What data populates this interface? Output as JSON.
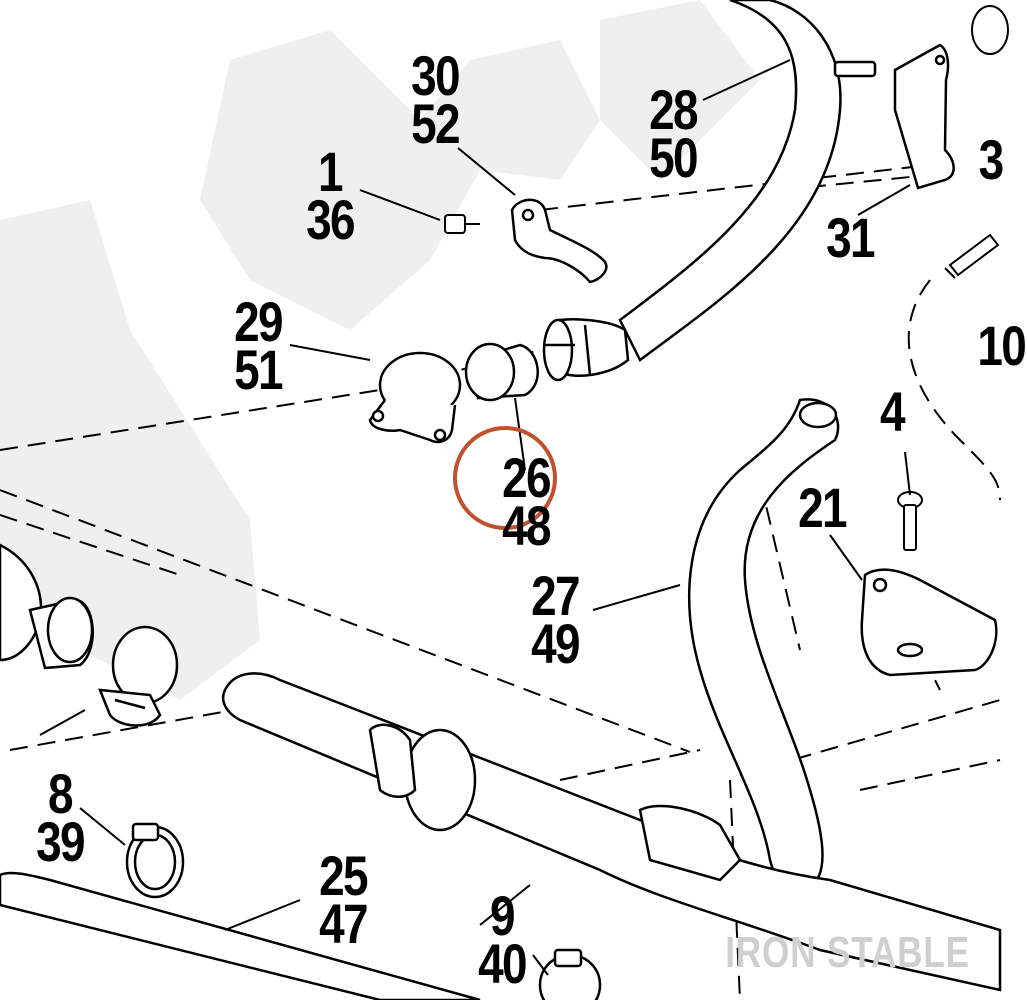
{
  "callouts": {
    "c30_52": {
      "a": "30",
      "b": "52"
    },
    "c28_50": {
      "a": "28",
      "b": "50"
    },
    "c1_36": {
      "a": "1",
      "b": "36"
    },
    "c29_51": {
      "a": "29",
      "b": "51"
    },
    "c31": {
      "a": "31"
    },
    "c4": {
      "a": "4"
    },
    "c21": {
      "a": "21"
    },
    "c26_48": {
      "a": "26",
      "b": "48"
    },
    "c27_49": {
      "a": "27",
      "b": "49"
    },
    "c8_39": {
      "a": "8",
      "b": "39"
    },
    "c25_47": {
      "a": "25",
      "b": "47"
    },
    "c9_40": {
      "a": "9",
      "b": "40"
    },
    "c10_partial": {
      "a": "10"
    },
    "c3_partial": {
      "a": "3"
    }
  },
  "watermark": "IRON STABLE",
  "colors": {
    "highlight": "#C0502E",
    "ink": "#000000",
    "watermark": "#CFCFCF",
    "background_watermark": "#EFEFEF"
  }
}
